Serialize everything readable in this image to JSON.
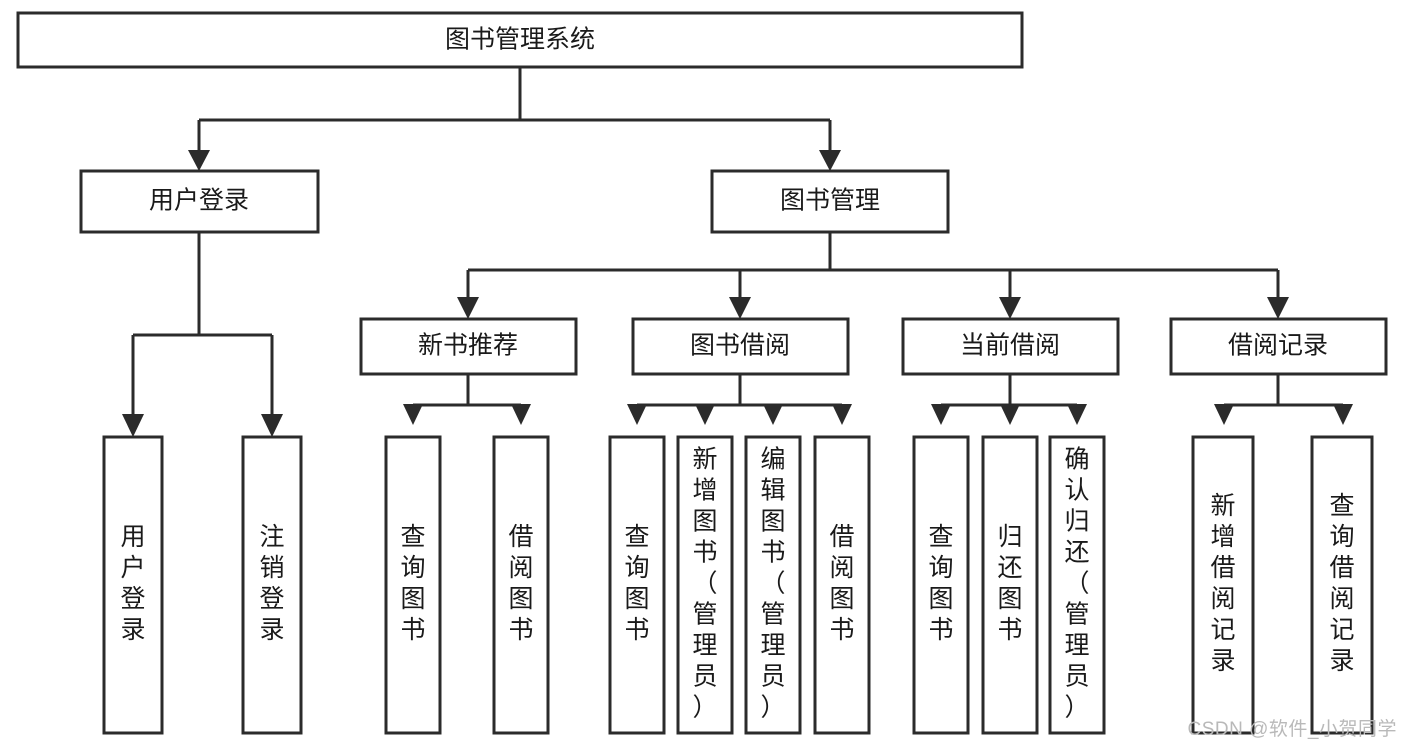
{
  "diagram": {
    "type": "tree-hierarchy",
    "title": "图书管理系统",
    "watermark": "CSDN @软件_小贺同学",
    "colors": {
      "box_stroke": "#2b2b2b",
      "box_fill": "#ffffff",
      "text": "#1a1a1a",
      "connector": "#2b2b2b",
      "background": "#ffffff",
      "watermark": "#b9b9b9"
    },
    "levels": {
      "root": {
        "label": "图书管理系统",
        "orientation": "horizontal"
      },
      "level2": [
        {
          "id": "user-login",
          "label": "用户登录",
          "orientation": "horizontal"
        },
        {
          "id": "book-management",
          "label": "图书管理",
          "orientation": "horizontal"
        }
      ],
      "level3": [
        {
          "id": "new-book-recommend",
          "label": "新书推荐",
          "orientation": "horizontal",
          "parent": "book-management"
        },
        {
          "id": "book-borrow",
          "label": "图书借阅",
          "orientation": "horizontal",
          "parent": "book-management"
        },
        {
          "id": "current-borrow",
          "label": "当前借阅",
          "orientation": "horizontal",
          "parent": "book-management"
        },
        {
          "id": "borrow-record",
          "label": "借阅记录",
          "orientation": "horizontal",
          "parent": "book-management"
        }
      ],
      "leaves": [
        {
          "id": "leaf-user-login",
          "label": "用户登录",
          "orientation": "vertical",
          "parent": "user-login"
        },
        {
          "id": "leaf-user-logout",
          "label": "注销登录",
          "orientation": "vertical",
          "parent": "user-login"
        },
        {
          "id": "leaf-query-book-1",
          "label": "查询图书",
          "orientation": "vertical",
          "parent": "new-book-recommend"
        },
        {
          "id": "leaf-borrow-book-1",
          "label": "借阅图书",
          "orientation": "vertical",
          "parent": "new-book-recommend"
        },
        {
          "id": "leaf-query-book-2",
          "label": "查询图书",
          "orientation": "vertical",
          "parent": "book-borrow"
        },
        {
          "id": "leaf-add-book",
          "label": "新增图书（管理员）",
          "orientation": "vertical",
          "parent": "book-borrow"
        },
        {
          "id": "leaf-edit-book",
          "label": "编辑图书（管理员）",
          "orientation": "vertical",
          "parent": "book-borrow"
        },
        {
          "id": "leaf-borrow-book-2",
          "label": "借阅图书",
          "orientation": "vertical",
          "parent": "book-borrow"
        },
        {
          "id": "leaf-query-book-3",
          "label": "查询图书",
          "orientation": "vertical",
          "parent": "current-borrow"
        },
        {
          "id": "leaf-return-book",
          "label": "归还图书",
          "orientation": "vertical",
          "parent": "current-borrow"
        },
        {
          "id": "leaf-confirm-return",
          "label": "确认归还（管理员）",
          "orientation": "vertical",
          "parent": "current-borrow"
        },
        {
          "id": "leaf-add-record",
          "label": "新增借阅记录",
          "orientation": "vertical",
          "parent": "borrow-record"
        },
        {
          "id": "leaf-query-record",
          "label": "查询借阅记录",
          "orientation": "vertical",
          "parent": "borrow-record"
        }
      ]
    }
  }
}
